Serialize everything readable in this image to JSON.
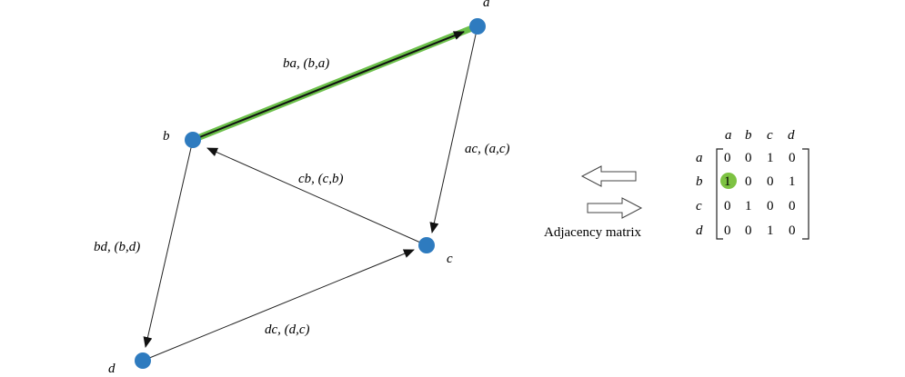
{
  "graph": {
    "nodes": [
      {
        "id": "a",
        "label": "a"
      },
      {
        "id": "b",
        "label": "b"
      },
      {
        "id": "c",
        "label": "c"
      },
      {
        "id": "d",
        "label": "d"
      }
    ],
    "edges": [
      {
        "id": "ba",
        "from": "b",
        "to": "a",
        "label": "ba, (b,a)",
        "highlighted": true
      },
      {
        "id": "ac",
        "from": "a",
        "to": "c",
        "label": "ac, (a,c)",
        "highlighted": false
      },
      {
        "id": "cb",
        "from": "c",
        "to": "b",
        "label": "cb, (c,b)",
        "highlighted": false
      },
      {
        "id": "bd",
        "from": "b",
        "to": "d",
        "label": "bd, (b,d)",
        "highlighted": false
      },
      {
        "id": "dc",
        "from": "d",
        "to": "c",
        "label": "dc, (d,c)",
        "highlighted": false
      }
    ]
  },
  "caption": "Adjacency matrix",
  "matrix": {
    "col_headers": [
      "a",
      "b",
      "c",
      "d"
    ],
    "row_headers": [
      "a",
      "b",
      "c",
      "d"
    ],
    "rows": [
      [
        "0",
        "0",
        "1",
        "0"
      ],
      [
        "1",
        "0",
        "0",
        "1"
      ],
      [
        "0",
        "1",
        "0",
        "0"
      ],
      [
        "0",
        "0",
        "1",
        "0"
      ]
    ],
    "highlight_cell": {
      "row": 1,
      "col": 0
    }
  },
  "colors": {
    "node": "#2e7bbf",
    "edge": "#333333",
    "highlight_edge": "#6cc04a",
    "highlight_cell": "#7dc242"
  }
}
